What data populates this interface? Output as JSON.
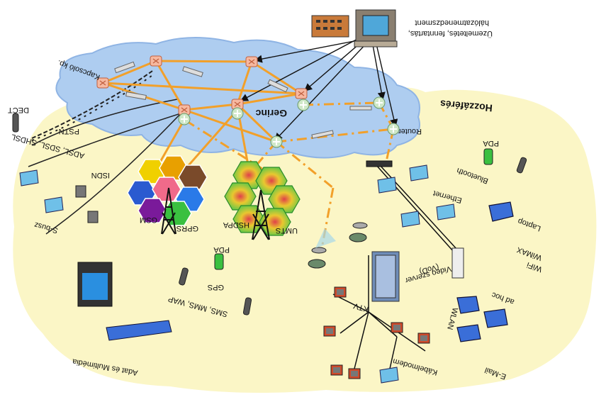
{
  "labels": {
    "network_management": "Üzemeltetés, fenntartás,",
    "network_management_2": "hálózatmenedzsment",
    "core": "Gerinc",
    "access": "Hozzáférés",
    "switch": "Kapcsoló kp.",
    "router": "Router",
    "pstn": "PSTN",
    "dect": "DECT",
    "adsl": "ADSL, SDSL, SHDSL",
    "isdn": "ISDN",
    "s_bus": "S-busz",
    "gsm": "GSM",
    "gprs": "GPRS",
    "hsdpa": "HSDPA",
    "umts": "UMTS",
    "pda_left": "PDA",
    "gps": "GPS",
    "sms": "SMS, MMS, WAP",
    "multimedia": "Adat és Multimédia",
    "ethernet": "Ethernet",
    "bluetooth": "Bluetooth",
    "pda_right": "PDA",
    "laptop": "Laptop",
    "wimax": "WiMAX",
    "wifi": "WiFi",
    "ad_hoc": "ad hoc",
    "video_server": "Video szerver",
    "vod": "(VoD)",
    "ktv": "KTV",
    "wlan": "WLAN",
    "email": "E-Mail",
    "cable_modem": "Kábelmodem"
  },
  "colors": {
    "cloud": "#aecdf0",
    "cloud_stroke": "#8fb4e4",
    "field": "#fbf6c6",
    "link": "#f2a02a",
    "dash": "#f2a02a",
    "arrow": "#111111"
  }
}
